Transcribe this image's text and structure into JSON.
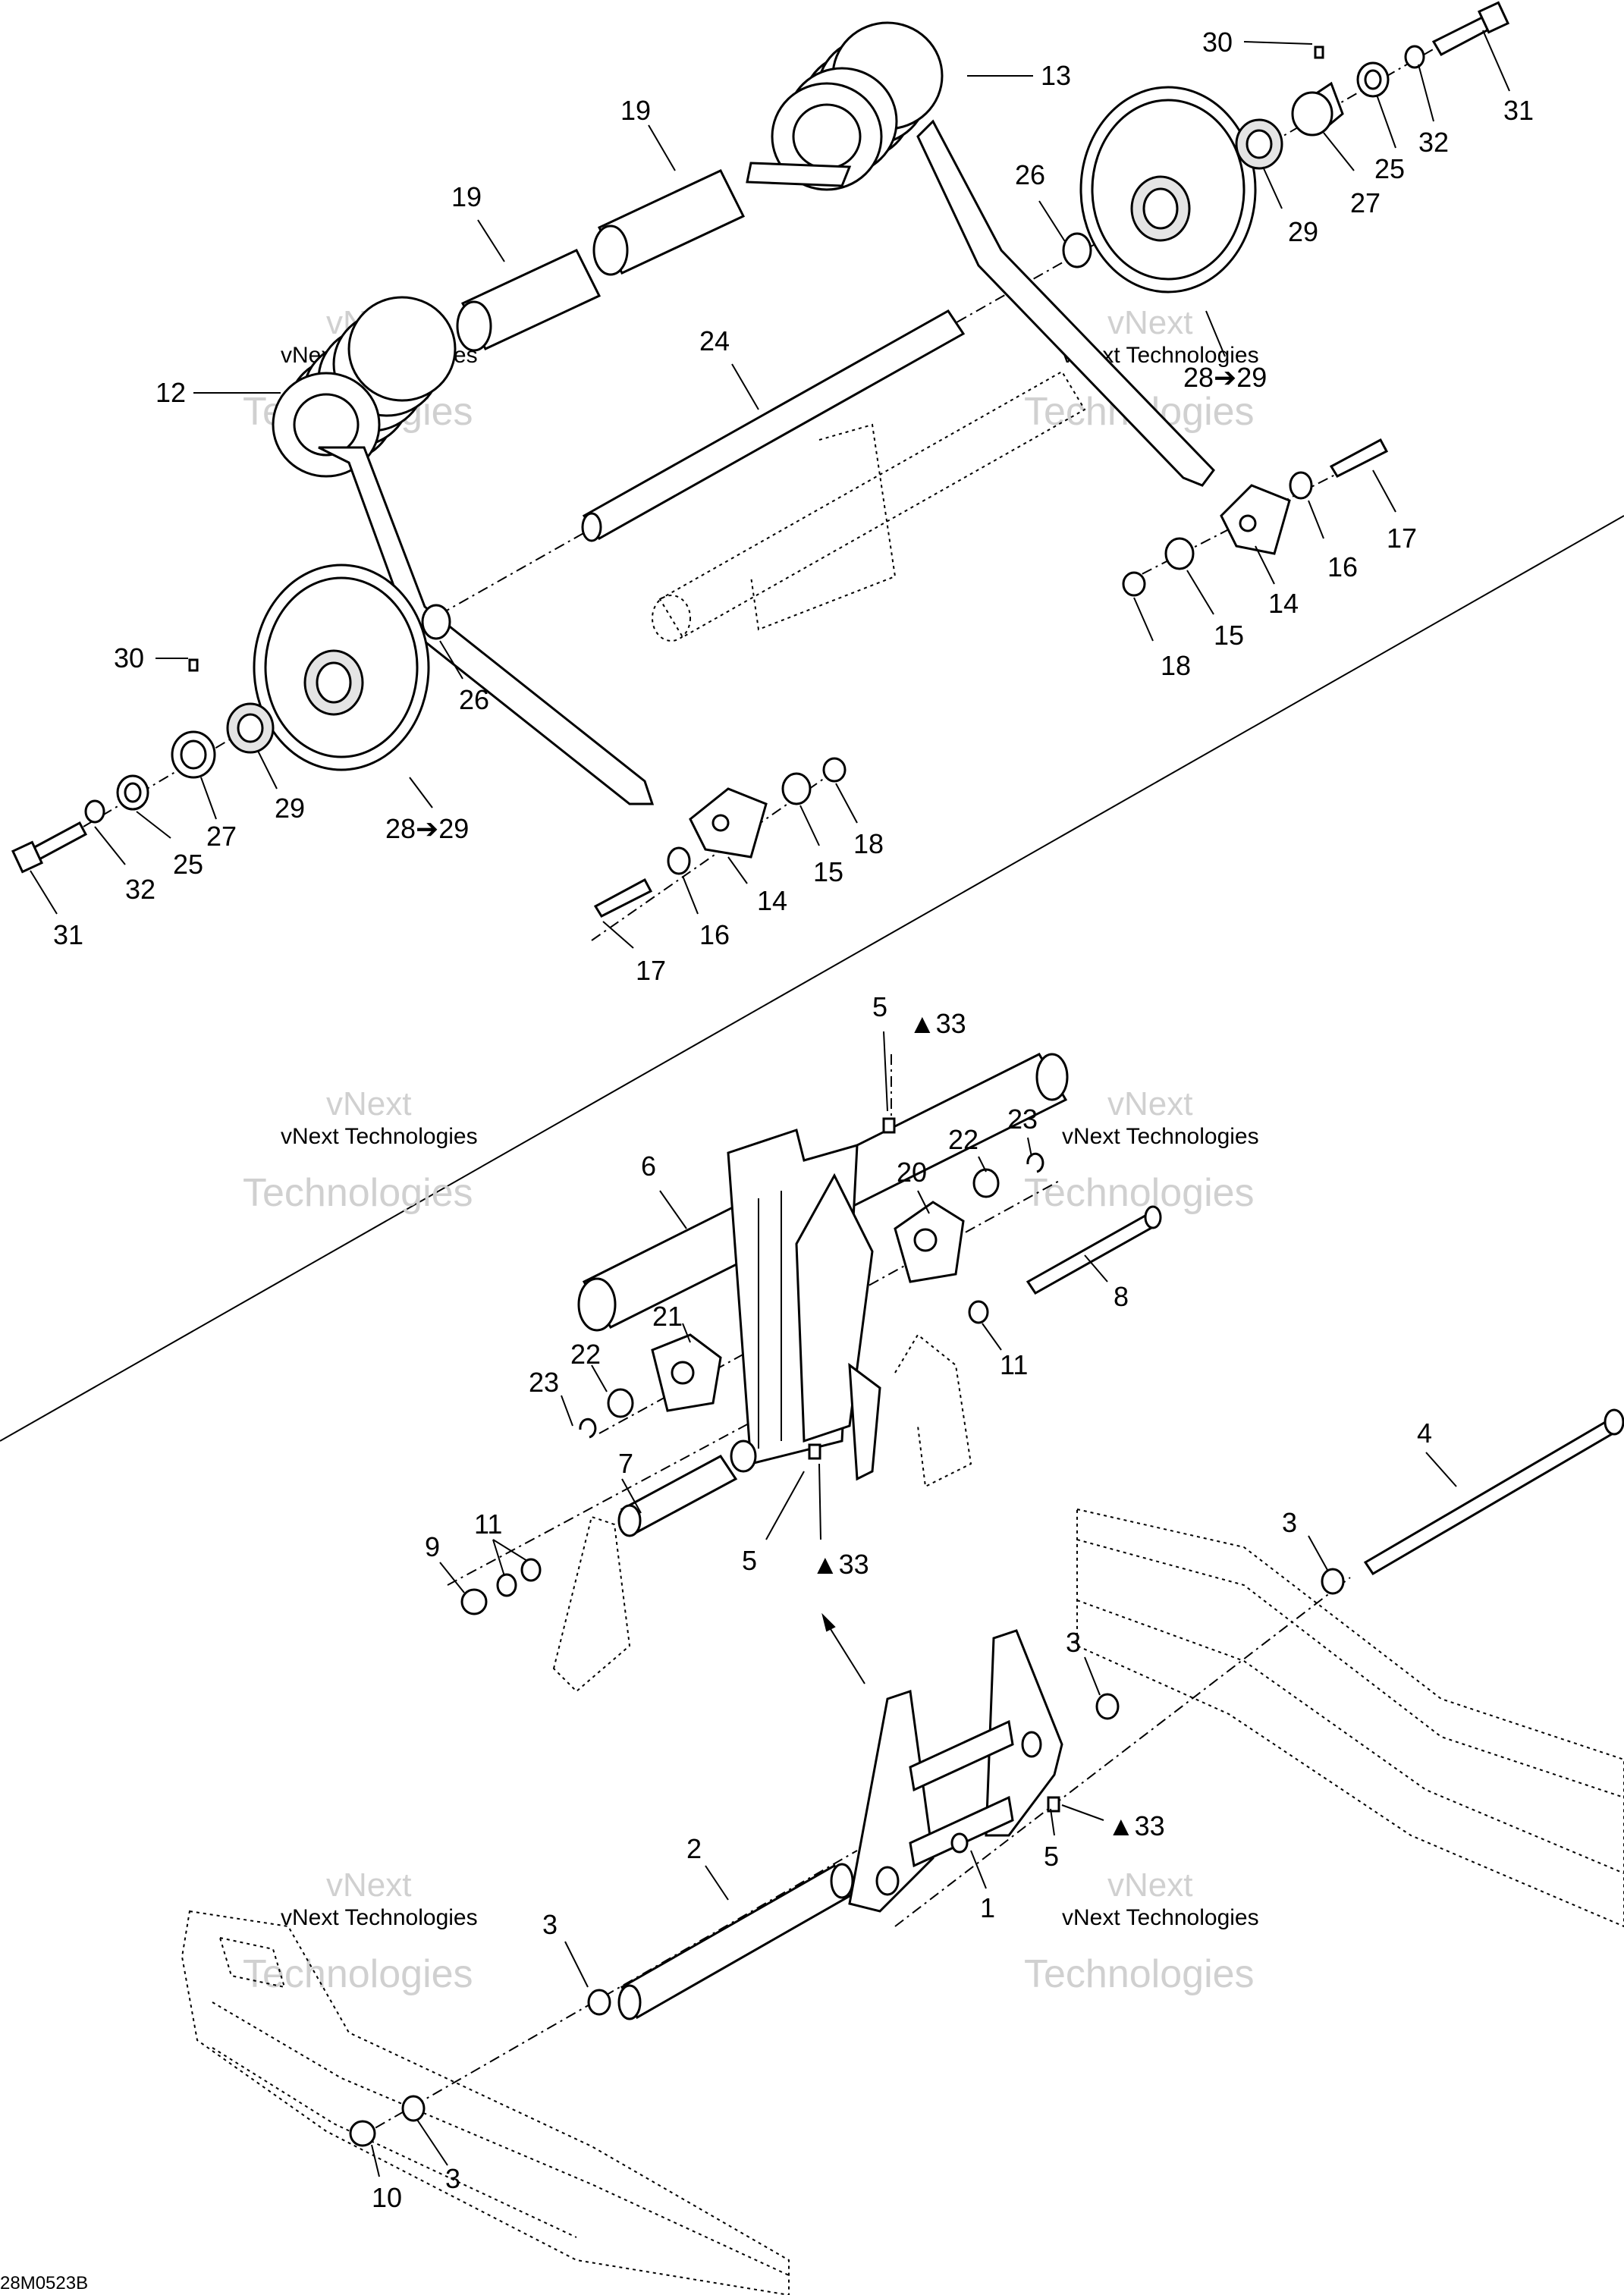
{
  "diagram": {
    "reference_code": "28M0523B",
    "watermark": {
      "line1": "vNext",
      "line2": "vNext Technologies",
      "line3": "Technologies"
    },
    "callouts": [
      {
        "text": "30"
      },
      {
        "text": "13"
      },
      {
        "text": "19"
      },
      {
        "text": "31"
      },
      {
        "text": "32"
      },
      {
        "text": "25"
      },
      {
        "text": "27"
      },
      {
        "text": "26"
      },
      {
        "text": "29"
      },
      {
        "text": "19"
      },
      {
        "text": "24"
      },
      {
        "text": "28➔29"
      },
      {
        "text": "12"
      },
      {
        "text": "17"
      },
      {
        "text": "16"
      },
      {
        "text": "14"
      },
      {
        "text": "15"
      },
      {
        "text": "18"
      },
      {
        "text": "30"
      },
      {
        "text": "26"
      },
      {
        "text": "29"
      },
      {
        "text": "27"
      },
      {
        "text": "25"
      },
      {
        "text": "32"
      },
      {
        "text": "31"
      },
      {
        "text": "28➔29"
      },
      {
        "text": "18"
      },
      {
        "text": "15"
      },
      {
        "text": "14"
      },
      {
        "text": "16"
      },
      {
        "text": "17"
      },
      {
        "text": "5"
      },
      {
        "text": "▲33"
      },
      {
        "text": "6"
      },
      {
        "text": "22"
      },
      {
        "text": "23"
      },
      {
        "text": "20"
      },
      {
        "text": "8"
      },
      {
        "text": "21"
      },
      {
        "text": "11"
      },
      {
        "text": "22"
      },
      {
        "text": "23"
      },
      {
        "text": "7"
      },
      {
        "text": "4"
      },
      {
        "text": "11"
      },
      {
        "text": "9"
      },
      {
        "text": "5"
      },
      {
        "text": "▲33"
      },
      {
        "text": "3"
      },
      {
        "text": "3"
      },
      {
        "text": "▲33"
      },
      {
        "text": "2"
      },
      {
        "text": "1"
      },
      {
        "text": "5"
      },
      {
        "text": "3"
      },
      {
        "text": "10"
      },
      {
        "text": "3"
      }
    ]
  }
}
